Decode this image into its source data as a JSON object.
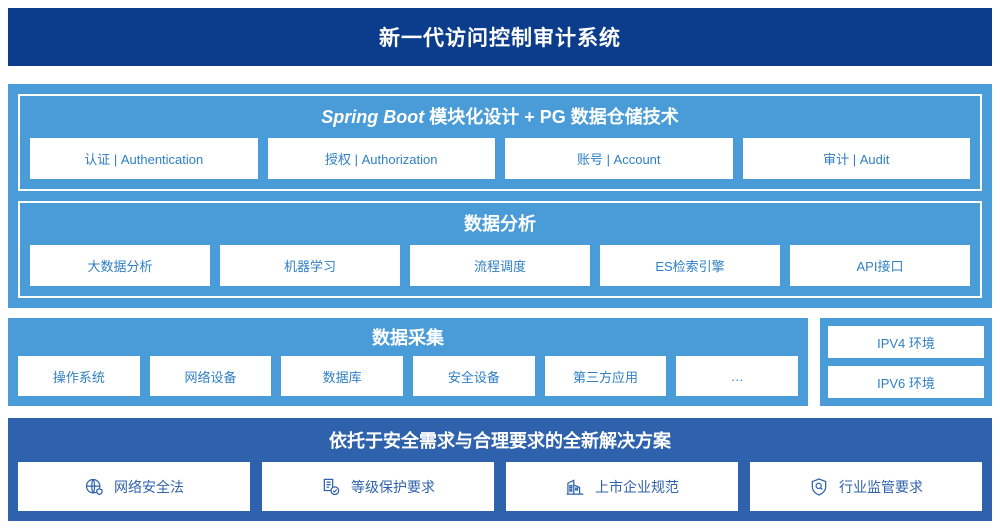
{
  "header": {
    "title": "新一代访问控制审计系统",
    "bg_color": "#0c3d8c"
  },
  "colors": {
    "panel_light_blue": "#4a9cd8",
    "panel_dark_blue": "#2f62ac",
    "chip_text_blue": "#2f7fc4",
    "chip_bg": "#ffffff",
    "header_navy": "#0c3d8c"
  },
  "architecture": {
    "layers": [
      {
        "title_en": "Spring Boot",
        "title_zh": " 模块化设计 + PG 数据仓储技术",
        "items": [
          {
            "label": "认证 | Authentication"
          },
          {
            "label": "授权 | Authorization"
          },
          {
            "label": "账号 | Account"
          },
          {
            "label": "审计 | Audit"
          }
        ]
      },
      {
        "title_en": "",
        "title_zh": "数据分析",
        "items": [
          {
            "label": "大数据分析"
          },
          {
            "label": "机器学习"
          },
          {
            "label": "流程调度"
          },
          {
            "label": "ES检索引擎"
          },
          {
            "label": "API接口"
          }
        ]
      }
    ]
  },
  "collection": {
    "title": "数据采集",
    "items": [
      {
        "label": "操作系统"
      },
      {
        "label": "网络设备"
      },
      {
        "label": "数据库"
      },
      {
        "label": "安全设备"
      },
      {
        "label": "第三方应用"
      },
      {
        "label": "…"
      }
    ]
  },
  "environments": {
    "items": [
      {
        "label": "IPV4 环境"
      },
      {
        "label": "IPV6 环境"
      }
    ]
  },
  "compliance": {
    "title": "依托于安全需求与合理要求的全新解决方案",
    "items": [
      {
        "label": "网络安全法",
        "icon": "globe-shield-icon"
      },
      {
        "label": "等级保护要求",
        "icon": "document-check-icon"
      },
      {
        "label": "上市企业规范",
        "icon": "building-icon"
      },
      {
        "label": "行业监管要求",
        "icon": "shield-search-icon"
      }
    ]
  }
}
